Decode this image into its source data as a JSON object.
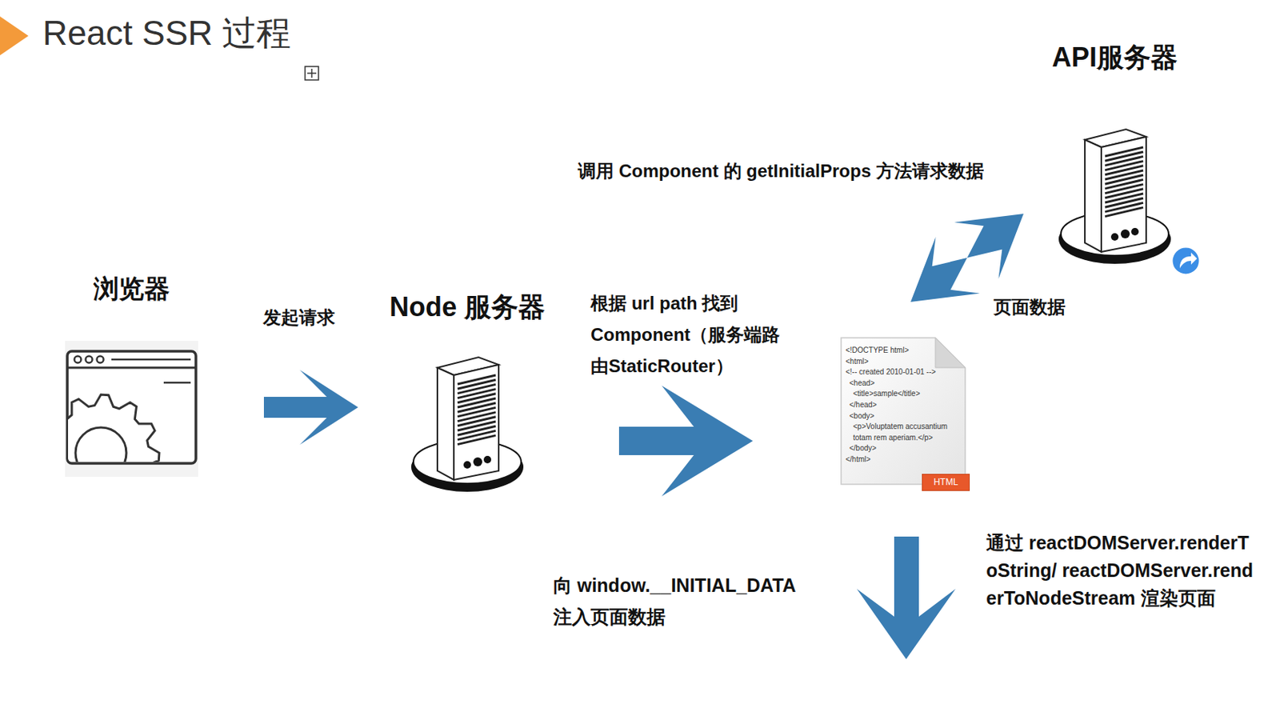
{
  "diagram": {
    "title": "React SSR 过程",
    "nodes": [
      {
        "text": [
          "浏览器"
        ]
      },
      {
        "text": [
          "Node 服务器"
        ]
      },
      {
        "text": [
          "<!DOCTYPE html>",
          "<html>",
          "<!-- created 2010-01-01 -->",
          "<head>",
          "<title>sample</title>",
          "</head>",
          "<body>",
          "<p>Voluptatem accusantium totam rem aperiam.</p>",
          "</body>",
          "</html>",
          "HTML"
        ]
      },
      {
        "text": [
          "API服务器"
        ]
      }
    ],
    "edges": [
      {
        "from": 0,
        "to": 1,
        "arrow": "to",
        "label": "发起请求"
      },
      {
        "from": 1,
        "to": 2,
        "arrow": "to",
        "label": "根据 url path 找到 Component（服务端路由StaticRouter）"
      },
      {
        "from": 2,
        "to": 3,
        "arrow": "both",
        "label": "调用 Component 的 getInitialProps 方法请求数据"
      }
    ],
    "labels": [
      "页面数据",
      "向 window.__INITIAL_DATA 注入页面数据",
      "通过 reactDOMServer.renderToString/ reactDOMServer.renderToNodeStream 渲染页面"
    ]
  }
}
